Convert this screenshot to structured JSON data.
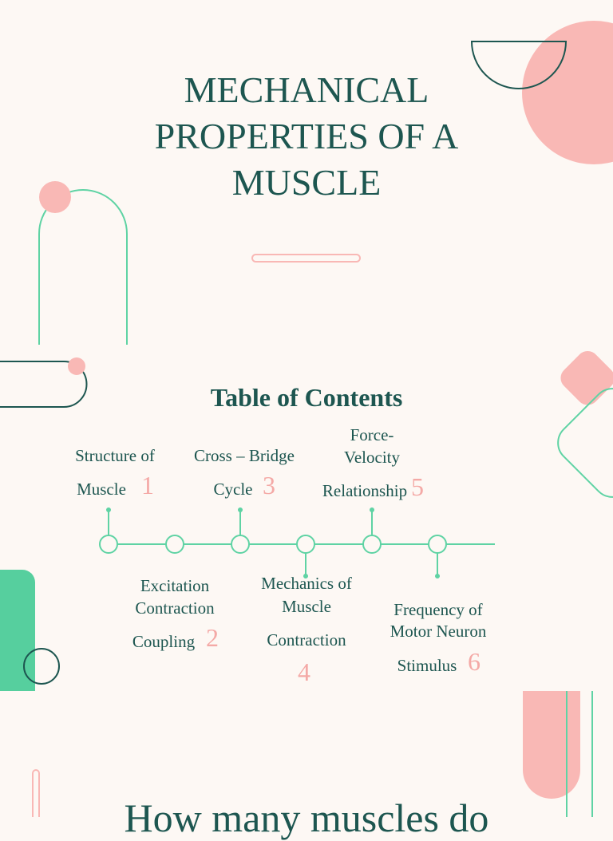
{
  "slide1": {
    "title_lines": [
      "MECHANICAL",
      "PROPERTIES OF A",
      "MUSCLE"
    ]
  },
  "slide2": {
    "heading": "Table of Contents",
    "items": [
      {
        "number": "1",
        "lines": [
          "Structure of",
          "Muscle"
        ]
      },
      {
        "number": "2",
        "lines": [
          "Excitation",
          "Contraction",
          "Coupling"
        ]
      },
      {
        "number": "3",
        "lines": [
          "Cross – Bridge",
          "Cycle"
        ]
      },
      {
        "number": "4",
        "lines": [
          "Mechanics of",
          "Muscle",
          "Contraction"
        ]
      },
      {
        "number": "5",
        "lines": [
          "Force-",
          "Velocity",
          "Relationship"
        ]
      },
      {
        "number": "6",
        "lines": [
          "Frequency of",
          "Motor Neuron",
          "Stimulus"
        ]
      }
    ]
  },
  "slide3": {
    "partial_heading": "How many muscles do"
  },
  "colors": {
    "background": "#fdf8f4",
    "text": "#1d5650",
    "pink": "#f9b8b5",
    "mint": "#5fd3a4",
    "mint_solid": "#56cf9e",
    "number_pink": "#f4a9a6"
  }
}
